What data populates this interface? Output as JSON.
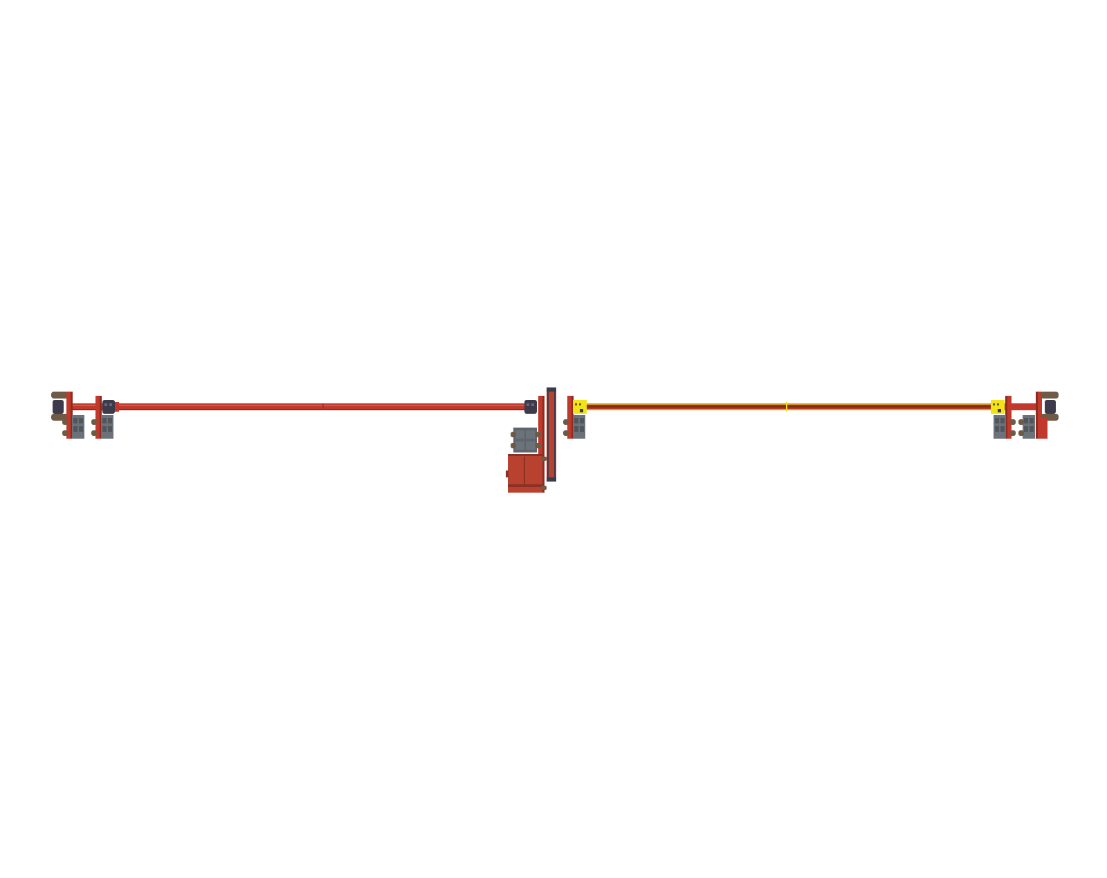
{
  "diagram": {
    "type": "mechanical-drive-shaft-assembly",
    "view": "top",
    "colors": {
      "background": "#ffffff",
      "shaft": "#c0392b",
      "shaft_highlight": "#d9534f",
      "shaft_dark": "#8e2a20",
      "segment_yellow": "#f2e318",
      "shaft_right_core": "#b83a1e",
      "shaft_right_edge": "#d6a21a",
      "bearing_block": "#6b7279",
      "bearing_block_dark": "#50565c",
      "bolt": "#6e5a45",
      "coupling": "#3d3a4b",
      "gearbox": "#b8412f",
      "gearbox_dark": "#8c3023",
      "motor": "#5e656c"
    },
    "components": [
      {
        "name": "left-end-support-outer",
        "kind": "support"
      },
      {
        "name": "left-end-support-inner",
        "kind": "support"
      },
      {
        "name": "left-coupling",
        "kind": "coupling"
      },
      {
        "name": "left-shaft",
        "kind": "shaft"
      },
      {
        "name": "center-coupling",
        "kind": "coupling"
      },
      {
        "name": "center-drive-sprocket",
        "kind": "sprocket"
      },
      {
        "name": "drive-motor",
        "kind": "motor"
      },
      {
        "name": "gear-reducer",
        "kind": "gearbox"
      },
      {
        "name": "center-right-support",
        "kind": "support"
      },
      {
        "name": "right-shaft",
        "kind": "shaft"
      },
      {
        "name": "right-end-support-inner",
        "kind": "support"
      },
      {
        "name": "right-end-support-outer",
        "kind": "support"
      }
    ]
  }
}
